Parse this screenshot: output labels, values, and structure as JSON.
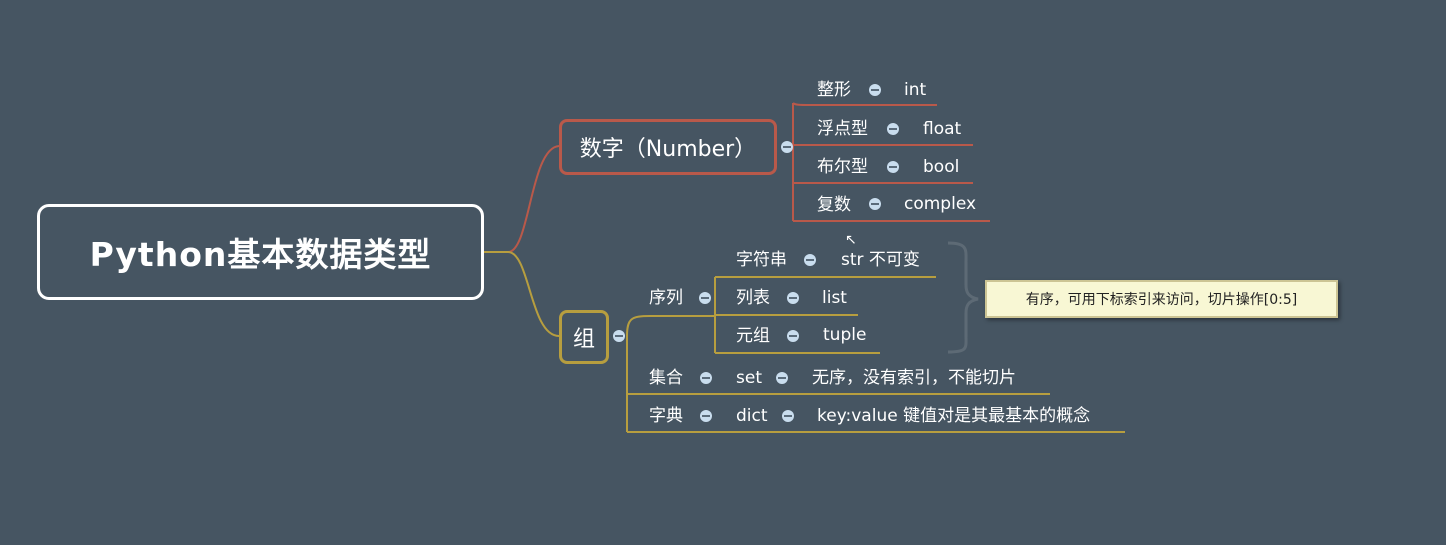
{
  "root": {
    "label": "Python基本数据类型"
  },
  "number": {
    "label": "数字（Number）",
    "items": [
      {
        "name": "整形",
        "value": "int"
      },
      {
        "name": "浮点型",
        "value": "float"
      },
      {
        "name": "布尔型",
        "value": "bool"
      },
      {
        "name": "复数",
        "value": "complex"
      }
    ]
  },
  "group": {
    "label": "组",
    "sequence": {
      "label": "序列",
      "items": [
        {
          "name": "字符串",
          "value": "str 不可变"
        },
        {
          "name": "列表",
          "value": "list"
        },
        {
          "name": "元组",
          "value": "tuple"
        }
      ],
      "note": "有序，可用下标索引来访问，切片操作[0:5]"
    },
    "set": {
      "name": "集合",
      "value": "set",
      "desc": "无序，没有索引，不能切片"
    },
    "dict": {
      "name": "字典",
      "value": "dict",
      "desc": "key:value 键值对是其最基本的概念"
    }
  },
  "colors": {
    "background": "#465562",
    "number_branch": "#b9594a",
    "group_branch": "#b79e3f",
    "collapse_dot": "#c9ddee",
    "note_bg": "#f8f7d4"
  }
}
